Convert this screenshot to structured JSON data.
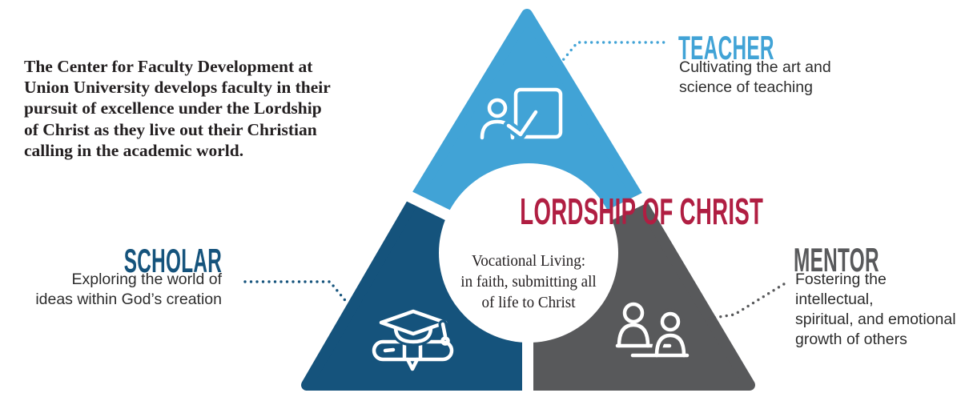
{
  "intro": "The Center for Faculty Development at\nUnion University develops faculty in their\npursuit of excellence under the Lordship\nof Christ as they live out their Christian\ncalling in the academic world.",
  "center": {
    "title": "LORDSHIP\nOF CHRIST",
    "subtitle": "Vocational Living:\nin faith, submitting all\nof life to Christ"
  },
  "sections": {
    "teacher": {
      "label": "TEACHER",
      "description": "Cultivating the art and\nscience of teaching",
      "icon": "presentation-teacher-icon",
      "color": "#41a3d6"
    },
    "scholar": {
      "label": "SCHOLAR",
      "description": "Exploring the world of\nideas within God’s creation",
      "icon": "graduation-cap-diploma-icon",
      "color": "#15537c"
    },
    "mentor": {
      "label": "MENTOR",
      "description": "Fostering the intellectual,\nspiritual, and emotional\ngrowth of others",
      "icon": "mentoring-people-icon",
      "color": "#58595b"
    }
  },
  "colors": {
    "teacher_blue": "#41a3d6",
    "scholar_navy": "#15537c",
    "mentor_gray": "#58595b",
    "crimson": "#b01e42",
    "text_dark": "#231f20"
  }
}
